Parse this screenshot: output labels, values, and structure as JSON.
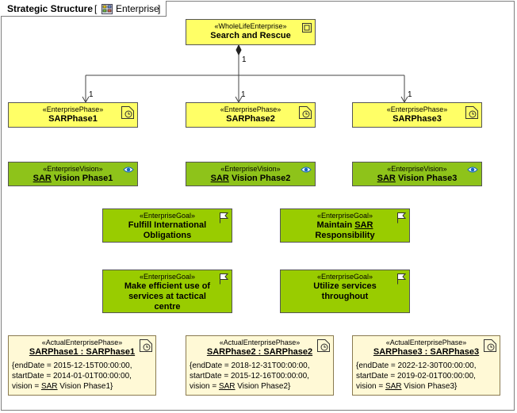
{
  "diagram": {
    "title": "Strategic Structure",
    "kind": "Enterprise"
  },
  "enterprise": {
    "stereotype": "«WholeLifeEnterprise»",
    "name": "Search and Rescue"
  },
  "multiplicity": {
    "source": "1",
    "targets": [
      "1",
      "1",
      "1"
    ]
  },
  "phases": [
    {
      "stereotype": "«EnterprisePhase»",
      "name": "SARPhase1"
    },
    {
      "stereotype": "«EnterprisePhase»",
      "name": "SARPhase2"
    },
    {
      "stereotype": "«EnterprisePhase»",
      "name": "SARPhase3"
    }
  ],
  "visions": [
    {
      "stereotype": "«EnterpriseVision»",
      "prefix": "SAR",
      "rest": " Vision Phase1"
    },
    {
      "stereotype": "«EnterpriseVision»",
      "prefix": "SAR",
      "rest": " Vision Phase2"
    },
    {
      "stereotype": "«EnterpriseVision»",
      "prefix": "SAR",
      "rest": " Vision Phase3"
    }
  ],
  "goals": [
    {
      "stereotype": "«EnterpriseGoal»",
      "line1": "Fulfill International",
      "line2": "Obligations",
      "line3": ""
    },
    {
      "stereotype": "«EnterpriseGoal»",
      "line1": "Maintain ",
      "line1u": "SAR",
      "line2": "Responsibility"
    },
    {
      "stereotype": "«EnterpriseGoal»",
      "line1": "Make efficient use of",
      "line2": "services at tactical",
      "line3": "centre"
    },
    {
      "stereotype": "«EnterpriseGoal»",
      "line1": "Utilize services",
      "line2": "throughout",
      "line3": ""
    }
  ],
  "actuals": [
    {
      "stereotype": "«ActualEnterprisePhase»",
      "name": "SARPhase1 : SARPhase1",
      "end": "{endDate = 2015-12-15T00:00:00,",
      "start": "startDate = 2014-01-01T00:00:00,",
      "vision_pre": "vision = ",
      "vision_u": "SAR",
      "vision_post": " Vision Phase1}"
    },
    {
      "stereotype": "«ActualEnterprisePhase»",
      "name": "SARPhase2 : SARPhase2",
      "end": "{endDate = 2018-12-31T00:00:00,",
      "start": "startDate = 2015-12-16T00:00:00,",
      "vision_pre": "vision = ",
      "vision_u": "SAR",
      "vision_post": " Vision Phase2}"
    },
    {
      "stereotype": "«ActualEnterprisePhase»",
      "name": "SARPhase3 : SARPhase3",
      "end": "{endDate = 2022-12-30T00:00:00,",
      "start": "startDate = 2019-02-01T00:00:00,",
      "vision_pre": "vision = ",
      "vision_u": "SAR",
      "vision_post": " Vision Phase3}"
    }
  ],
  "colors": {
    "phase_fill": "#ffff66",
    "goal_fill": "#99cc00",
    "actual_fill": "#fff9d6",
    "vision_icon": "#1565c0"
  },
  "icons": {
    "enterprise": "enterprise-icon",
    "phase": "clock-icon",
    "vision": "eye-icon",
    "goal": "flag-icon"
  }
}
